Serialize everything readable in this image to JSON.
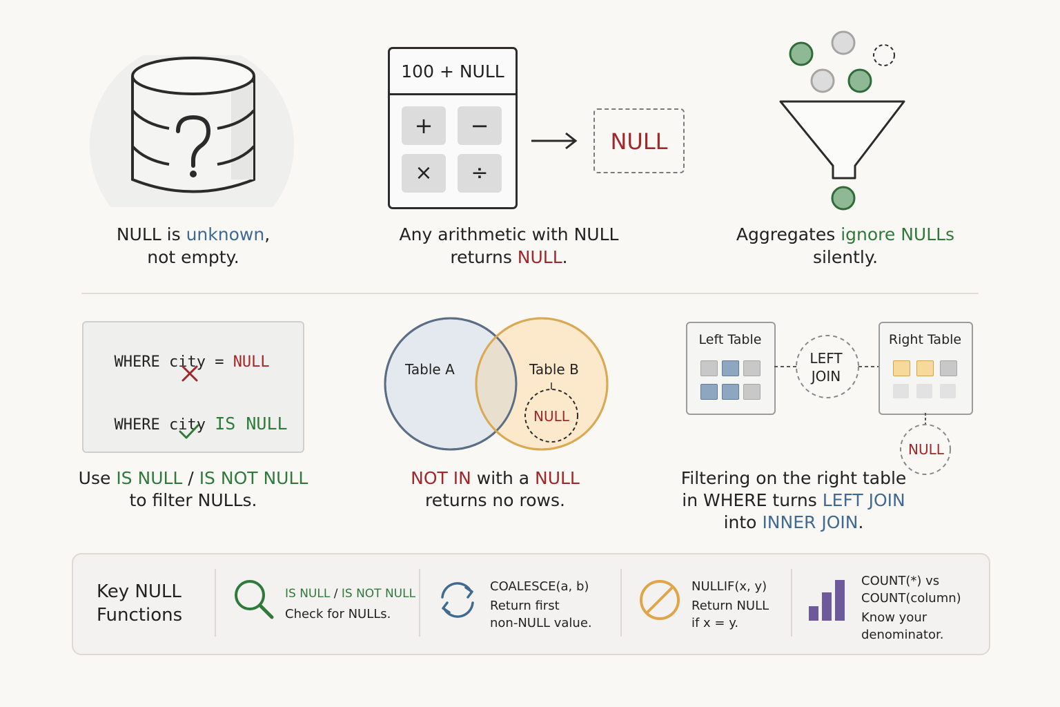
{
  "panel1": {
    "caption_line1_a": "NULL is ",
    "caption_line1_b": "unknown",
    "caption_line1_c": ",",
    "caption_line2": "not empty.",
    "icon": "database-question-icon"
  },
  "panel2": {
    "calculator_display": "100 + NULL",
    "keys": [
      "+",
      "−",
      "×",
      "÷"
    ],
    "result": "NULL",
    "caption_line1": "Any arithmetic with NULL",
    "caption_line2_a": "returns ",
    "caption_line2_b": "NULL",
    "caption_line2_c": "."
  },
  "panel3": {
    "caption_line1_a": "Aggregates ",
    "caption_line1_b": "ignore NULLs",
    "caption_line2": "silently.",
    "icon": "funnel-icon"
  },
  "panel4": {
    "code1_a": "WHERE city = ",
    "code1_b": "NULL",
    "code2_a": "WHERE city ",
    "code2_b": "IS NULL",
    "caption_a": "Use ",
    "caption_b": "IS NULL",
    "caption_c": " / ",
    "caption_d": "IS NOT NULL",
    "caption_line2": "to filter NULLs."
  },
  "panel5": {
    "table_a": "Table A",
    "table_b": "Table B",
    "null_label": "NULL",
    "caption_a": "NOT IN",
    "caption_b": " with a ",
    "caption_c": "NULL",
    "caption_line2": "returns no rows."
  },
  "panel6": {
    "left_table": "Left Table",
    "right_table": "Right Table",
    "join_line1": "LEFT",
    "join_line2": "JOIN",
    "null_label": "NULL",
    "caption_line1": "Filtering on the right table",
    "caption_line2_a": "in WHERE turns ",
    "caption_line2_b": "LEFT JOIN",
    "caption_line3_a": "into ",
    "caption_line3_b": "INNER JOIN",
    "caption_line3_c": "."
  },
  "key_functions": {
    "title_line1": "Key NULL",
    "title_line2": "Functions",
    "items": [
      {
        "icon": "search-icon",
        "head_a": "IS NULL",
        "head_sep": " / ",
        "head_b": "IS NOT NULL",
        "desc1": "Check for NULLs.",
        "desc2": ""
      },
      {
        "icon": "refresh-icon",
        "head": "COALESCE(a, b)",
        "desc1": "Return first",
        "desc2": "non-NULL value."
      },
      {
        "icon": "prohibited-icon",
        "head": "NULLIF(x, y)",
        "desc1": "Return NULL",
        "desc2": "if x = y."
      },
      {
        "icon": "bar-chart-icon",
        "head1": "COUNT(*) vs",
        "head2": "COUNT(column)",
        "desc1": "Know your",
        "desc2": "denominator."
      }
    ]
  },
  "colors": {
    "blue": "#3f6a92",
    "red": "#a3262a",
    "green": "#2f7a3a",
    "green_dot": "#8fb894",
    "orange": "#e5ac54",
    "purple": "#6e5a9a"
  }
}
